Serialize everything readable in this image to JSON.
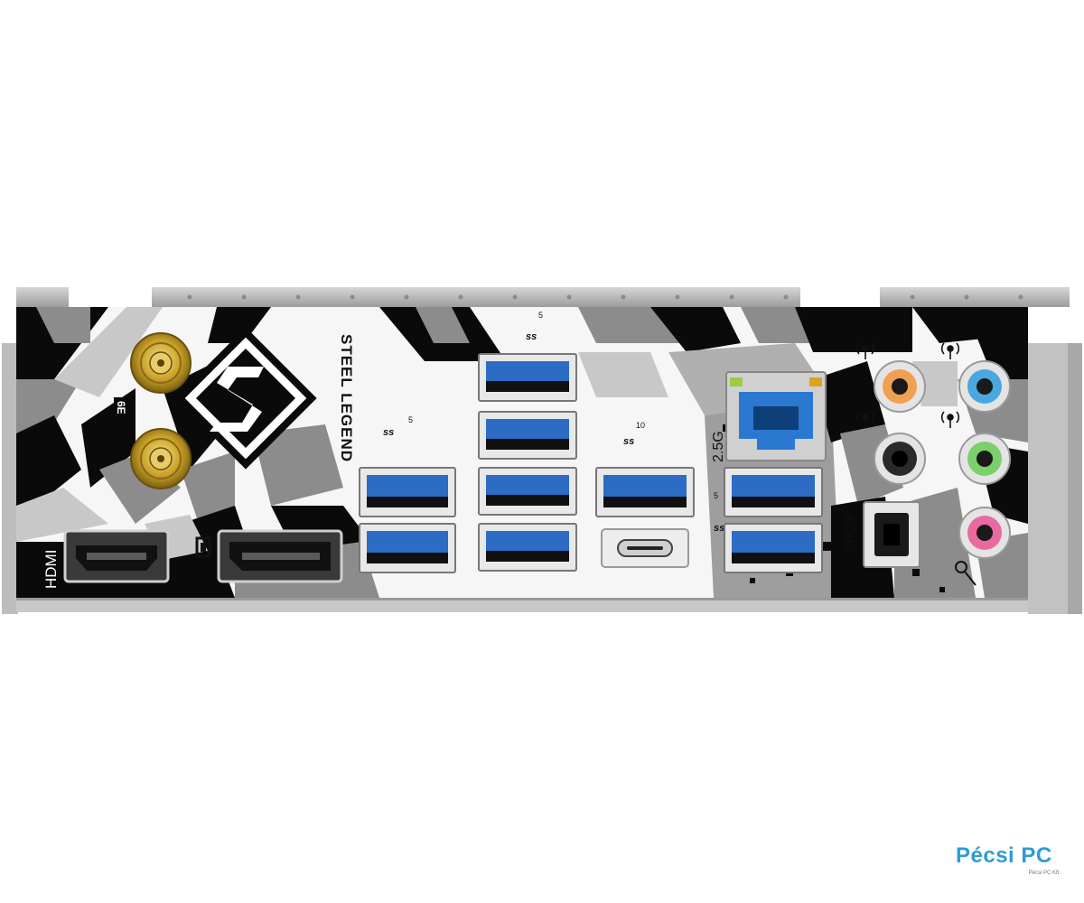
{
  "image": {
    "subject": "motherboard rear I/O shield",
    "colors": {
      "shield_white": "#f6f6f6",
      "frame_gray": "#b8b8b8",
      "pattern_black": "#0a0a0a",
      "pattern_gray": "#8c8c8c",
      "usb_blue": "#2c6cc4",
      "lan_blue": "#2a78d0",
      "antenna_gold": "#c9a227",
      "audio_orange": "#f0a050",
      "audio_blue": "#4aa8e0",
      "audio_black": "#1a1a1a",
      "audio_green": "#7ad06a",
      "audio_pink": "#e86aa0"
    },
    "labels": {
      "hdmi": "HDMI",
      "steel_legend": "STEEL LEGEND",
      "lan_speed": "2.5G",
      "spdif": "SPDIF",
      "usb_gen1": "5",
      "usb_gen2": "10",
      "usb_logo": "ss",
      "wifi": "6E"
    },
    "watermark": {
      "brand": "Pécsi PC",
      "sub": "Pécsi PC Kft."
    }
  }
}
